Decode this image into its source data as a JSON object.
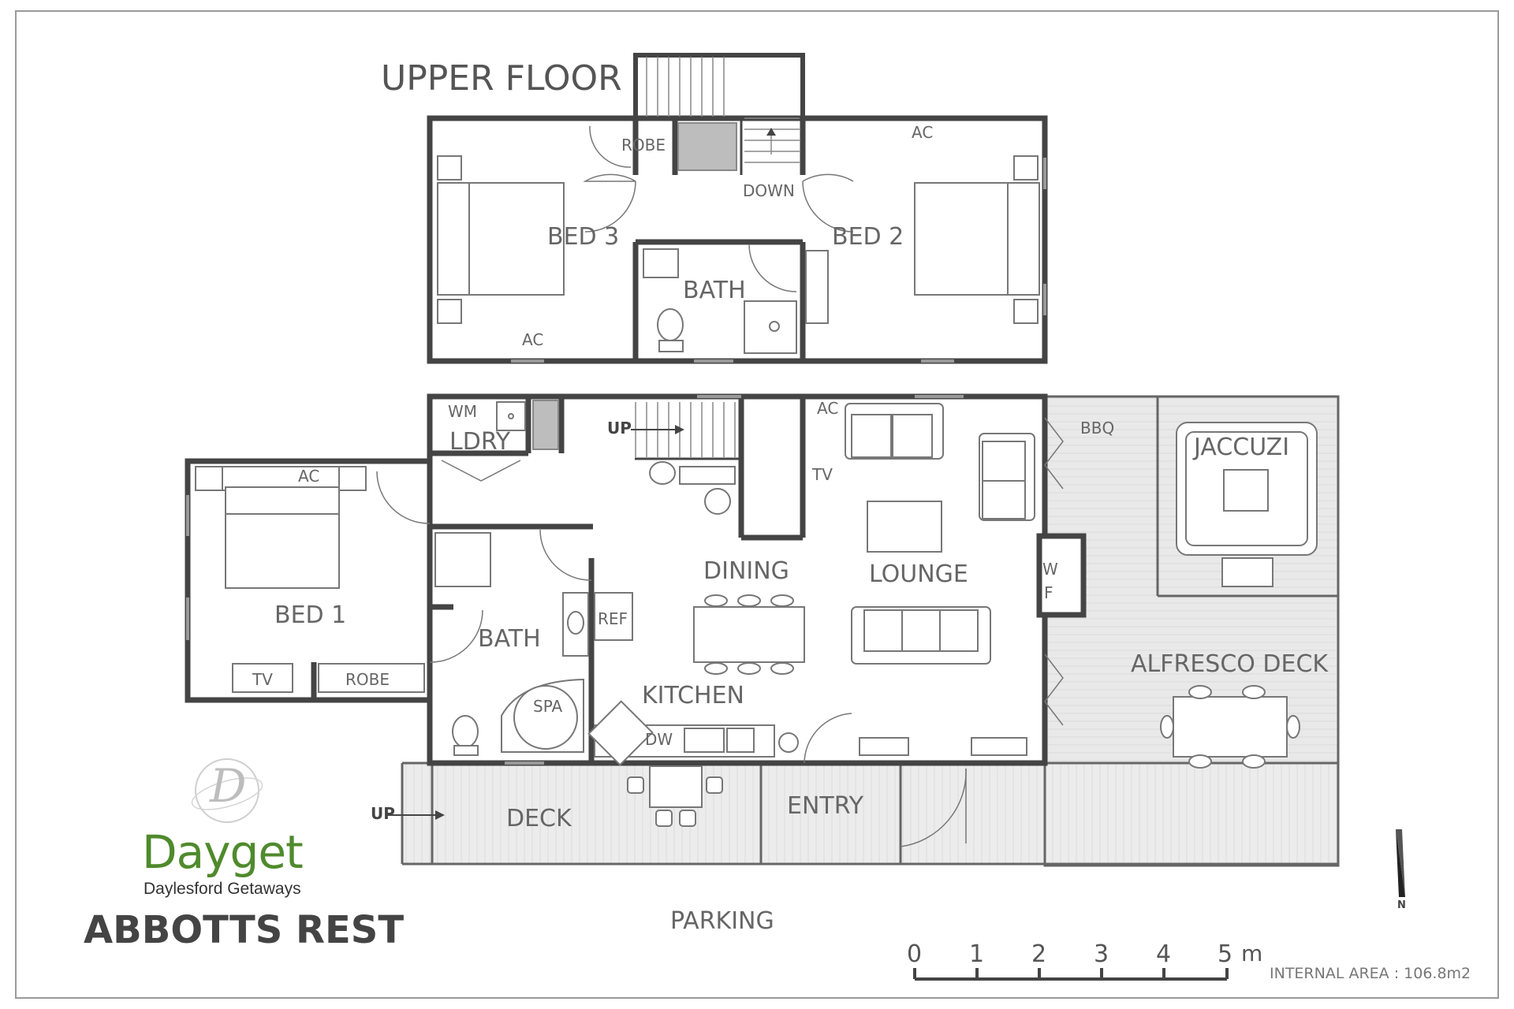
{
  "plan": {
    "upper_floor_title": "UPPER FLOOR",
    "property_name": "ABBOTTS REST",
    "internal_area": "INTERNAL AREA : 106.8m2",
    "north": "N",
    "logo": {
      "monogram": "D",
      "name": "Dayget",
      "tagline": "Daylesford Getaways",
      "color": "#4f8a2c"
    },
    "scale": {
      "ticks": [
        "0",
        "1",
        "2",
        "3",
        "4",
        "5"
      ],
      "unit": "m"
    },
    "upper": {
      "robe": "ROBE",
      "ac_top": "AC",
      "down": "DOWN",
      "bed3": "BED 3",
      "bed2": "BED 2",
      "bath": "BATH",
      "ac_bottom": "AC"
    },
    "ground": {
      "wm": "WM",
      "ldry": "LDRY",
      "up_stairs": "UP",
      "ac_bed1": "AC",
      "ac_lounge": "AC",
      "tv_lounge": "TV",
      "bbq": "BBQ",
      "jaccuzi": "JACCUZI",
      "bed1": "BED 1",
      "bath": "BATH",
      "ref": "REF",
      "dining": "DINING",
      "lounge": "LOUNGE",
      "wf_w": "W",
      "wf_f": "F",
      "alfresco": "ALFRESCO DECK",
      "kitchen": "KITCHEN",
      "tv_bed1": "TV",
      "robe": "ROBE",
      "spa": "SPA",
      "dw": "DW",
      "up_deck": "UP",
      "deck": "DECK",
      "entry": "ENTRY",
      "parking": "PARKING"
    }
  }
}
